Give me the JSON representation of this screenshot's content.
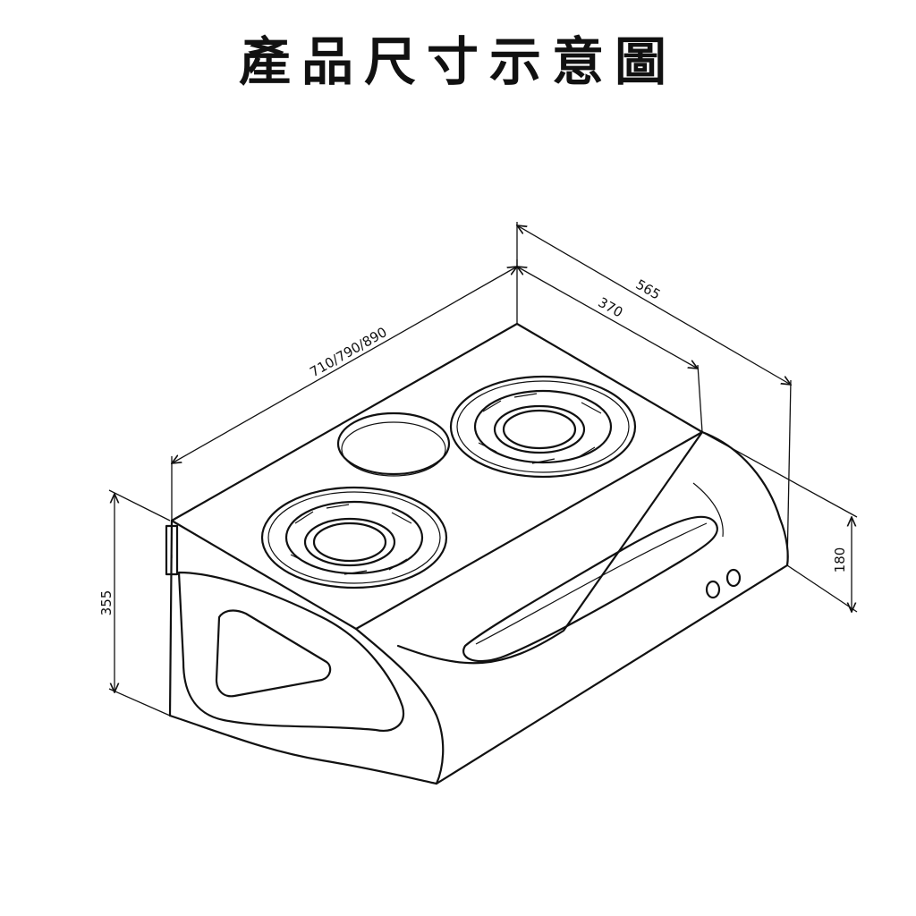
{
  "title": "產品尺寸示意圖",
  "dimensions": {
    "width": "710/790/890",
    "depth_top": "370",
    "depth_total": "565",
    "height_total": "355",
    "height_front": "180"
  }
}
